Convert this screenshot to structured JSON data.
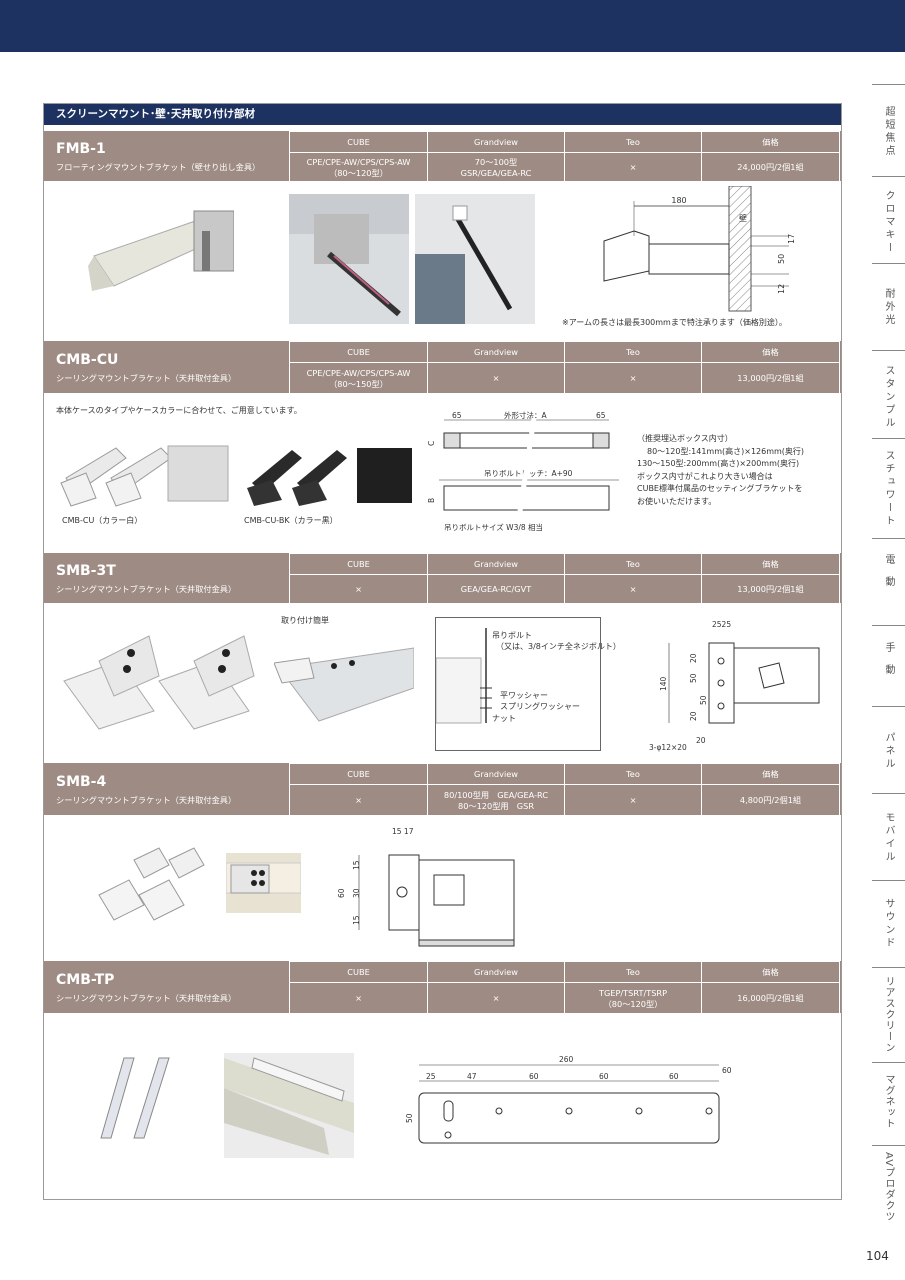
{
  "section_title": "スクリーンマウント･壁･天井取り付け部材",
  "columns": [
    "CUBE",
    "Grandview",
    "Teo",
    "価格"
  ],
  "cross": "×",
  "products": [
    {
      "code": "FMB-1",
      "desc": "フローティングマウントブラケット（壁せり出し金具）",
      "cube": "CPE/CPE-AW/CPS/CPS-AW\n（80～120型）",
      "grandview": "70～100型\nGSR/GEA/GEA-RC",
      "teo": "×",
      "price": "24,000円/2個1組",
      "note": "※アームの長さは最長300mmまで特注承ります（価格別途）。",
      "dims": {
        "d180": "180",
        "wall": "壁",
        "d17": "17",
        "d50": "50",
        "d12": "12"
      }
    },
    {
      "code": "CMB-CU",
      "desc": "シーリングマウントブラケット（天井取付金具）",
      "cube": "CPE/CPE-AW/CPS/CPS-AW\n（80～150型）",
      "grandview": "×",
      "teo": "×",
      "price": "13,000円/2個1組",
      "intro": "本体ケースのタイプやケースカラーに合わせて、ご用意しています。",
      "label_white": "CMB-CU（カラー白）",
      "label_black": "CMB-CU-BK（カラー黒）",
      "dims": {
        "d65a": "65",
        "outer": "外形寸法：A",
        "d65b": "65",
        "c": "C",
        "pitch": "吊りボルトピッチ：A+90",
        "b": "B",
        "bolt": "吊りボルトサイズ W3/8 相当"
      },
      "box_note": [
        "（推奨埋込ボックス内寸）",
        "80～120型:141mm(高さ)×126mm(奥行)",
        "130～150型:200mm(高さ)×200mm(奥行)",
        "ボックス内寸がこれより大きい場合は",
        "CUBE標準付属品のセッティングブラケットを",
        "お使いいただけます。"
      ]
    },
    {
      "code": "SMB-3T",
      "desc": "シーリングマウントブラケット（天井取付金具）",
      "cube": "×",
      "grandview": "GEA/GEA-RC/GVT",
      "teo": "×",
      "price": "13,000円/2個1組",
      "easy": "取り付け簡単",
      "parts": [
        "吊りボルト",
        "（又は、3/8インチ全ネジボルト）",
        "平ワッシャー",
        "スプリングワッシャー",
        "ナット"
      ],
      "dims": {
        "d2525": "2525",
        "d140": "140",
        "d20a": "20",
        "d50a": "50",
        "d20b": "20",
        "d50b": "50",
        "d20c": "20",
        "hole": "3-φ12×20"
      }
    },
    {
      "code": "SMB-4",
      "desc": "シーリングマウントブラケット（天井取付金具）",
      "cube": "×",
      "grandview": "80/100型用　GEA/GEA-RC\n80～120型用　GSR",
      "teo": "×",
      "price": "4,800円/2個1組",
      "dims": {
        "d1517": "15 17",
        "d60": "60",
        "d15a": "15",
        "d30": "30",
        "d15b": "15"
      }
    },
    {
      "code": "CMB-TP",
      "desc": "シーリングマウントブラケット（天井取付金具）",
      "cube": "×",
      "grandview": "×",
      "teo": "TGEP/TSRT/TSRP\n（80～120型）",
      "price": "16,000円/2個1組",
      "dims": {
        "d260": "260",
        "d25": "25",
        "d47": "47",
        "d60a": "60",
        "d60b": "60",
        "d60c": "60",
        "d60r": "60",
        "d50": "50"
      }
    }
  ],
  "side_nav": [
    "超短焦点",
    "クロマキー",
    "耐外光",
    "スタンプル",
    "スチュワート",
    "電動",
    "手動",
    "パネル",
    "モバイル",
    "サウンド",
    "リアスクリーン",
    "マグネット",
    "AVプロダクツ"
  ],
  "page_number": "104"
}
